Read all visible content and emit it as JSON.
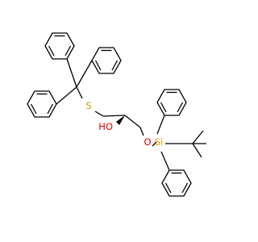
{
  "molecule": {
    "atoms": {
      "sulfur": "S",
      "oxygen_ether": "O",
      "hydroxyl": "HO",
      "silicon": "Si"
    }
  },
  "colors": {
    "bond": "#000000",
    "sulfur": "#c8a000",
    "oxygen": "#e00000",
    "silicon": "#d8a000"
  }
}
